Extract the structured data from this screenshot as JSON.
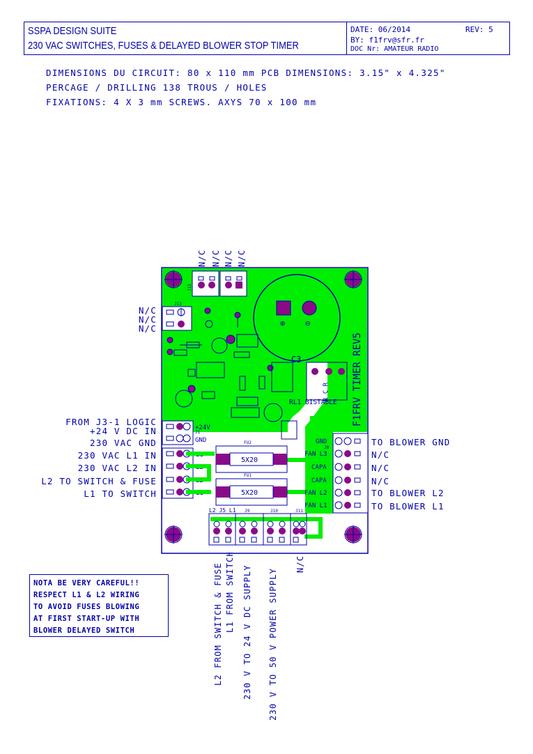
{
  "title_block": {
    "suite": "SSPA DESIGN SUITE",
    "title": "230 VAC SWITCHES, FUSES & DELAYED BLOWER STOP TIMER",
    "date": "DATE: 06/2014",
    "rev": "REV: 5",
    "by": "BY: f1frv@sfr.fr",
    "doc": "DOC Nr: AMATEUR RADIO"
  },
  "specs": [
    "DIMENSIONS DU CIRCUIT: 80 x 110 mm  PCB DIMENSIONS: 3.15\" x 4.325\"",
    "PERCAGE / DRILLING 138 TROUS / HOLES",
    "FIXATIONS: 4  X 3 mm SCREWS. AXYS 70 x 100 mm"
  ],
  "top_labels": [
    "N/C",
    "N/C",
    "N/C",
    "N/C"
  ],
  "left_labels": {
    "nc": [
      "N/C",
      "N/C",
      "N/C"
    ],
    "from_j3": "FROM J3-1 LOGIC",
    "dc_in": "+24 V DC IN",
    "gnd": "230 VAC GND",
    "l1_in": "230 VAC L1 IN",
    "l2_in": "230 VAC L2 IN",
    "l2_switch": "L2 TO SWITCH & FUSE",
    "l1_switch": "L1 TO SWITCH"
  },
  "right_labels": [
    "TO BLOWER GND",
    "N/C",
    "N/C",
    "N/C",
    "TO BLOWER L2",
    "TO BLOWER L1"
  ],
  "bottom_labels": [
    "L2 FROM SWITCH & FUSE",
    "L1 FROM SWITCH",
    "230 V TO 24 V DC SUPPLY",
    "230 V TO 50 V POWER SUPPLY",
    "N/C"
  ],
  "note": [
    "NOTA BE VERY CAREFUL!!",
    "RESPECT L1 & L2 WIRING",
    "TO AVOID FUSES BLOWING",
    "AT FIRST START-UP WITH",
    "BLOWER DELAYED SWITCH"
  ],
  "pcb": {
    "side_text": "F1FRV TIMER REV5",
    "c3": "C3",
    "relay": "RL1 BISTABLE",
    "fuse1": "5X20",
    "fuse2": "5X20",
    "fu2": "FU2",
    "fu1": "FU1",
    "pin_24v": "+24V",
    "pin_gnd": "GND",
    "pin_l1": "L1",
    "pin_l2": "L2",
    "pin_l2b": "L2",
    "pin_l1b": "L1",
    "r_gnd": "GND",
    "r_fanl3": "FAN L3",
    "r_capa1": "CAPA",
    "r_capa2": "CAPA",
    "r_fanl2": "FAN L2",
    "r_fanl1": "FAN L1",
    "rcr": "R C R",
    "b_l2l1": "L2 J5 L1",
    "b_j9": "J9",
    "b_j10": "J10",
    "b_j11": "J11",
    "j1": "J1",
    "j13": "J13",
    "j15": "J15",
    "j8": "J8"
  }
}
